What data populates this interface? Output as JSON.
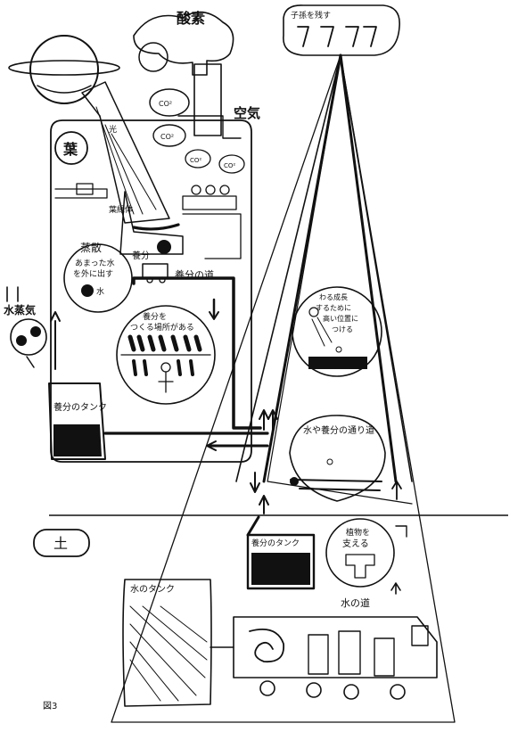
{
  "labels": {
    "oxygen": "酸素",
    "air": "空気",
    "light": "光",
    "co2": "CO²",
    "leaf": "葉",
    "chlorophyll": "葉緑体",
    "nutrient_road": "養分の道",
    "nutrient": "養分",
    "transpiration_title": "蒸散",
    "transpiration_desc_1": "あまった水",
    "transpiration_desc_2": "を外に出す",
    "transpiration_icon_text": "水",
    "steam": "水蒸気",
    "nutrient_factory_1": "養分を",
    "nutrient_factory_2": "つくる場所がある",
    "nutrient_tank": "養分のタンク",
    "grow_1": "わる成長",
    "grow_2": "するために",
    "grow_3": "高い位置に",
    "grow_4": "つける",
    "water_nutrient_road": "水や養分の通り道",
    "soil": "土",
    "support_1": "植物を",
    "support_2": "支える",
    "water_tank": "水のタンク",
    "water_road": "水の道",
    "seeds": "子孫を残す",
    "figure": "図3"
  },
  "colors": {
    "ink": "#111111",
    "paper": "#ffffff"
  }
}
